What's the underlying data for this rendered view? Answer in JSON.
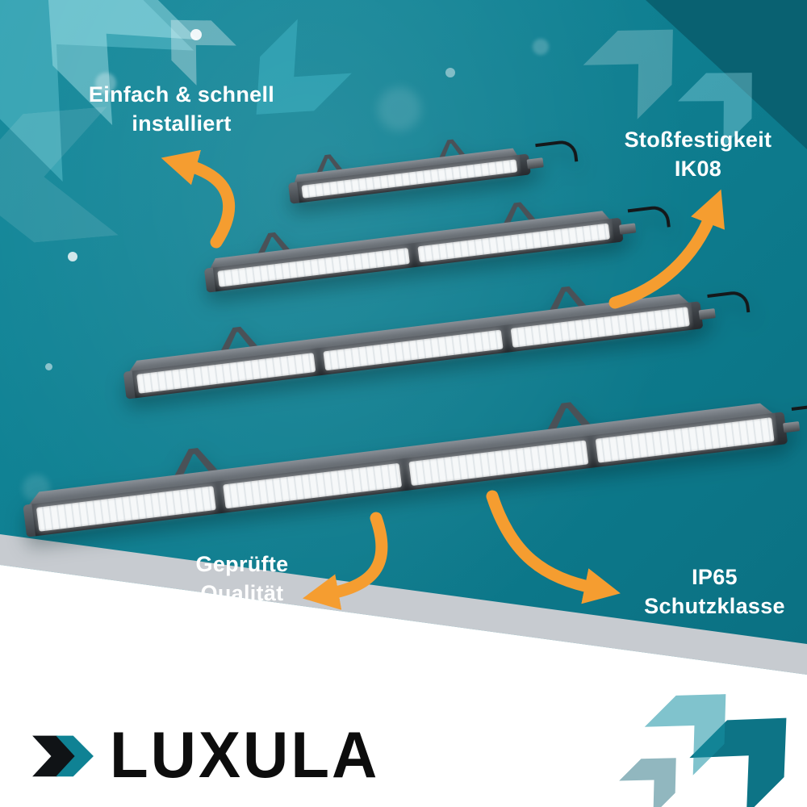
{
  "brand": {
    "name": "LUXULA"
  },
  "callouts": {
    "install": {
      "line1": "Einfach & schnell",
      "line2": "installiert"
    },
    "impact": {
      "line1": "Stoßfestigkeit",
      "line2": "IK08"
    },
    "quality": {
      "line1": "Geprüfte",
      "line2": "Qualität"
    },
    "protection": {
      "line1": "IP65",
      "line2": "Schutzklasse"
    }
  },
  "products": {
    "type": "LED linear high-bay light fixtures, shown in four lengths",
    "fixtures": [
      {
        "size": "small",
        "led_modules": 1
      },
      {
        "size": "medium",
        "led_modules": 2
      },
      {
        "size": "large",
        "led_modules": 3
      },
      {
        "size": "extra-large",
        "led_modules": 4
      }
    ]
  },
  "colors": {
    "background_teal": "#13899B",
    "accent_orange": "#F59D30",
    "callout_text": "#FFFFFF",
    "logo_text": "#0D0D0D",
    "logo_mark_teal": "#0F8294",
    "fixture_body": "#52575D",
    "fixture_top": "#8A9097",
    "led_panel": "#F6F8F9",
    "footer_white": "#FFFFFF",
    "footer_gray": "#C7CBD0",
    "decor_teal_dark": "#0A6070",
    "decor_teal_light": "#7DDBE5"
  }
}
